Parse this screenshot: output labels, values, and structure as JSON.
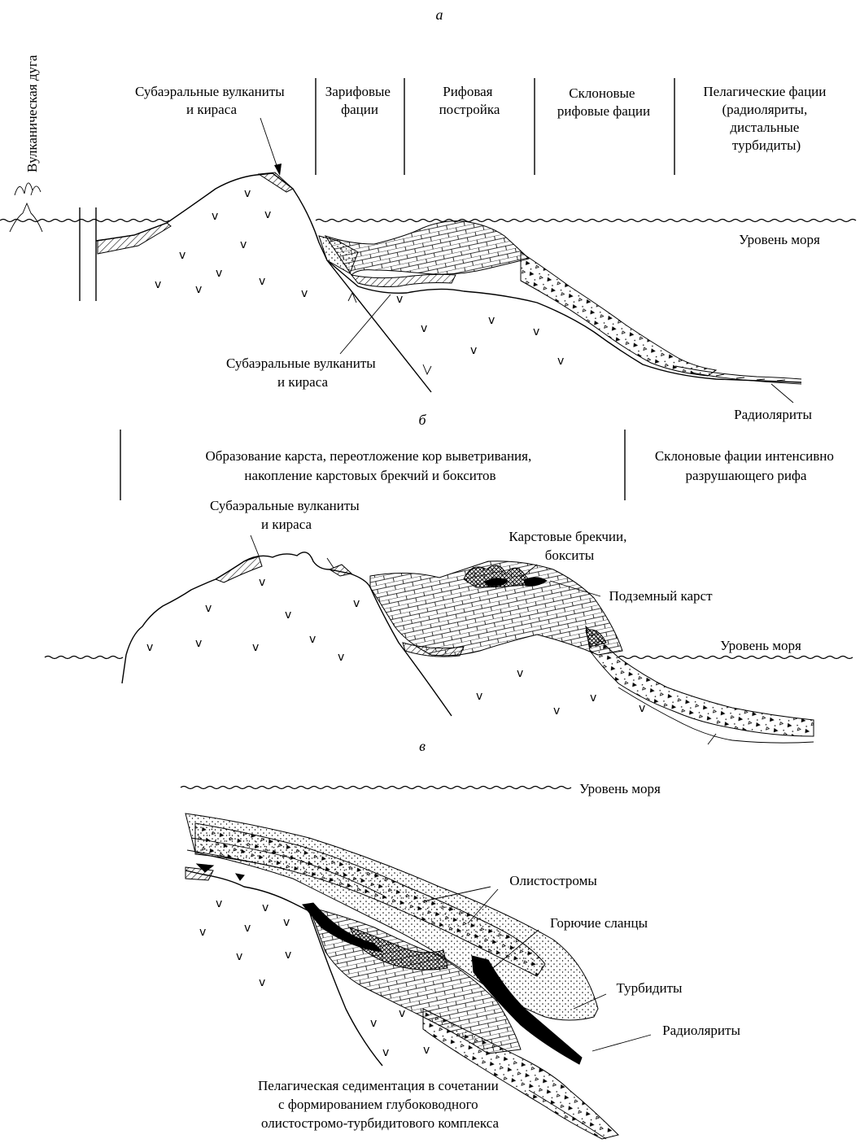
{
  "panels": {
    "a": {
      "letter": "а",
      "arc_label": "Вулканическая дуга",
      "subaerial_top": [
        "Субаэральные вулканиты",
        "и кираса"
      ],
      "backreef": [
        "Зарифовые",
        "фации"
      ],
      "reef": [
        "Рифовая",
        "постройка"
      ],
      "slope": [
        "Склоновые",
        "рифовые фации"
      ],
      "pelagic": [
        "Пелагические фации",
        "(радиоляриты,",
        "дистальные",
        "турбидиты)"
      ],
      "sea_level": "Уровень моря",
      "subaerial_bottom": [
        "Субаэральные вулканиты",
        "и кираса"
      ],
      "radiolarites": "Радиоляриты"
    },
    "b": {
      "letter": "б",
      "karst_zone": [
        "Образование карста, переотложение кор выветривания,",
        "накопление карстовых брекчий и бокситов"
      ],
      "slope_zone": [
        "Склоновые фации интенсивно",
        "разрушающего рифа"
      ],
      "subaerial": [
        "Субаэральные вулканиты",
        "и кираса"
      ],
      "karst_breccias": [
        "Карстовые брекчии,",
        "бокситы"
      ],
      "underground_karst": "Подземный карст",
      "sea_level": "Уровень моря"
    },
    "c": {
      "letter": "в",
      "sea_level": "Уровень моря",
      "olistostromes": "Олистостромы",
      "oil_shales": "Горючие сланцы",
      "turbidites": "Турбидиты",
      "radiolarites": "Радиоляриты",
      "caption": [
        "Пелагическая седиментация в сочетании",
        "с формированием глубоководного",
        "олистостромо-турбидитового комплекса"
      ]
    }
  },
  "volcanic_symbol": "v"
}
